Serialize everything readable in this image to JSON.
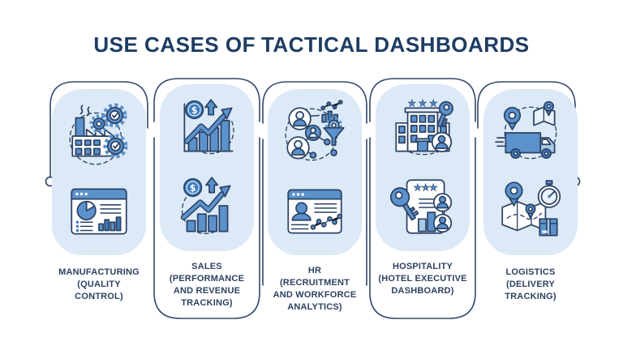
{
  "title": {
    "prefix": "USE CASES OF",
    "emphasis": "TACTICAL DASHBOARDS"
  },
  "glyphs": {
    "star": "★",
    "dollar": "$"
  },
  "palette": {
    "background": "#ffffff",
    "title_navy": "#1e3c63",
    "label_navy": "#2e4160",
    "pill_blue": "#dce9f6",
    "icon_blue": "#5b92cc",
    "icon_dark_blue": "#3e7bbd",
    "icon_light_blue": "#a9c9e8",
    "outline_navy": "#2b4265"
  },
  "columns": [
    {
      "id": "manufacturing",
      "label_lines": [
        "MANUFACTURING",
        "(QUALITY",
        "CONTROL)"
      ],
      "icons": [
        "factory-quality-control-icon",
        "analytics-dashboard-window-icon"
      ]
    },
    {
      "id": "sales",
      "label_lines": [
        "SALES",
        "(PERFORMANCE",
        "AND REVENUE",
        "TRACKING)"
      ],
      "icons": [
        "revenue-growth-chart-axis-icon",
        "revenue-growth-chart-icon"
      ]
    },
    {
      "id": "hr",
      "label_lines": [
        "HR",
        "(RECRUITMENT",
        "AND WORKFORCE",
        "ANALYTICS)"
      ],
      "icons": [
        "talent-network-funnel-icon",
        "candidate-profile-window-icon"
      ]
    },
    {
      "id": "hospitality",
      "label_lines": [
        "HOSPITALITY",
        "(HOTEL EXECUTIVE",
        "DASHBOARD)"
      ],
      "icons": [
        "hotel-building-rating-icon",
        "hotel-report-card-icon"
      ]
    },
    {
      "id": "logistics",
      "label_lines": [
        "LOGISTICS",
        "(DELIVERY",
        "TRACKING)"
      ],
      "icons": [
        "delivery-truck-route-icon",
        "route-map-tracking-icon"
      ]
    }
  ]
}
